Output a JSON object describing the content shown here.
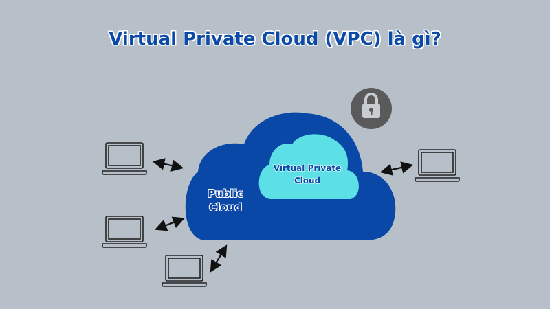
{
  "title": "Virtual Private Cloud (VPC) là gì?",
  "diagram": {
    "public_cloud": {
      "label_line1": "Public",
      "label_line2": "Cloud",
      "color": "#0a48a8"
    },
    "private_cloud": {
      "label_line1": "Virtual Private",
      "label_line2": "Cloud",
      "color": "#5ce0e6"
    },
    "lock": {
      "icon": "lock-icon",
      "color": "#5a5a5a"
    },
    "clients": [
      {
        "icon": "laptop-icon",
        "position": "left-top"
      },
      {
        "icon": "laptop-icon",
        "position": "left-middle"
      },
      {
        "icon": "laptop-icon",
        "position": "bottom"
      },
      {
        "icon": "laptop-icon",
        "position": "right"
      }
    ],
    "connections": {
      "icon": "double-arrow-icon",
      "count": 4
    }
  },
  "colors": {
    "background": "#b7bfc8",
    "title": "#0b4aa6"
  }
}
